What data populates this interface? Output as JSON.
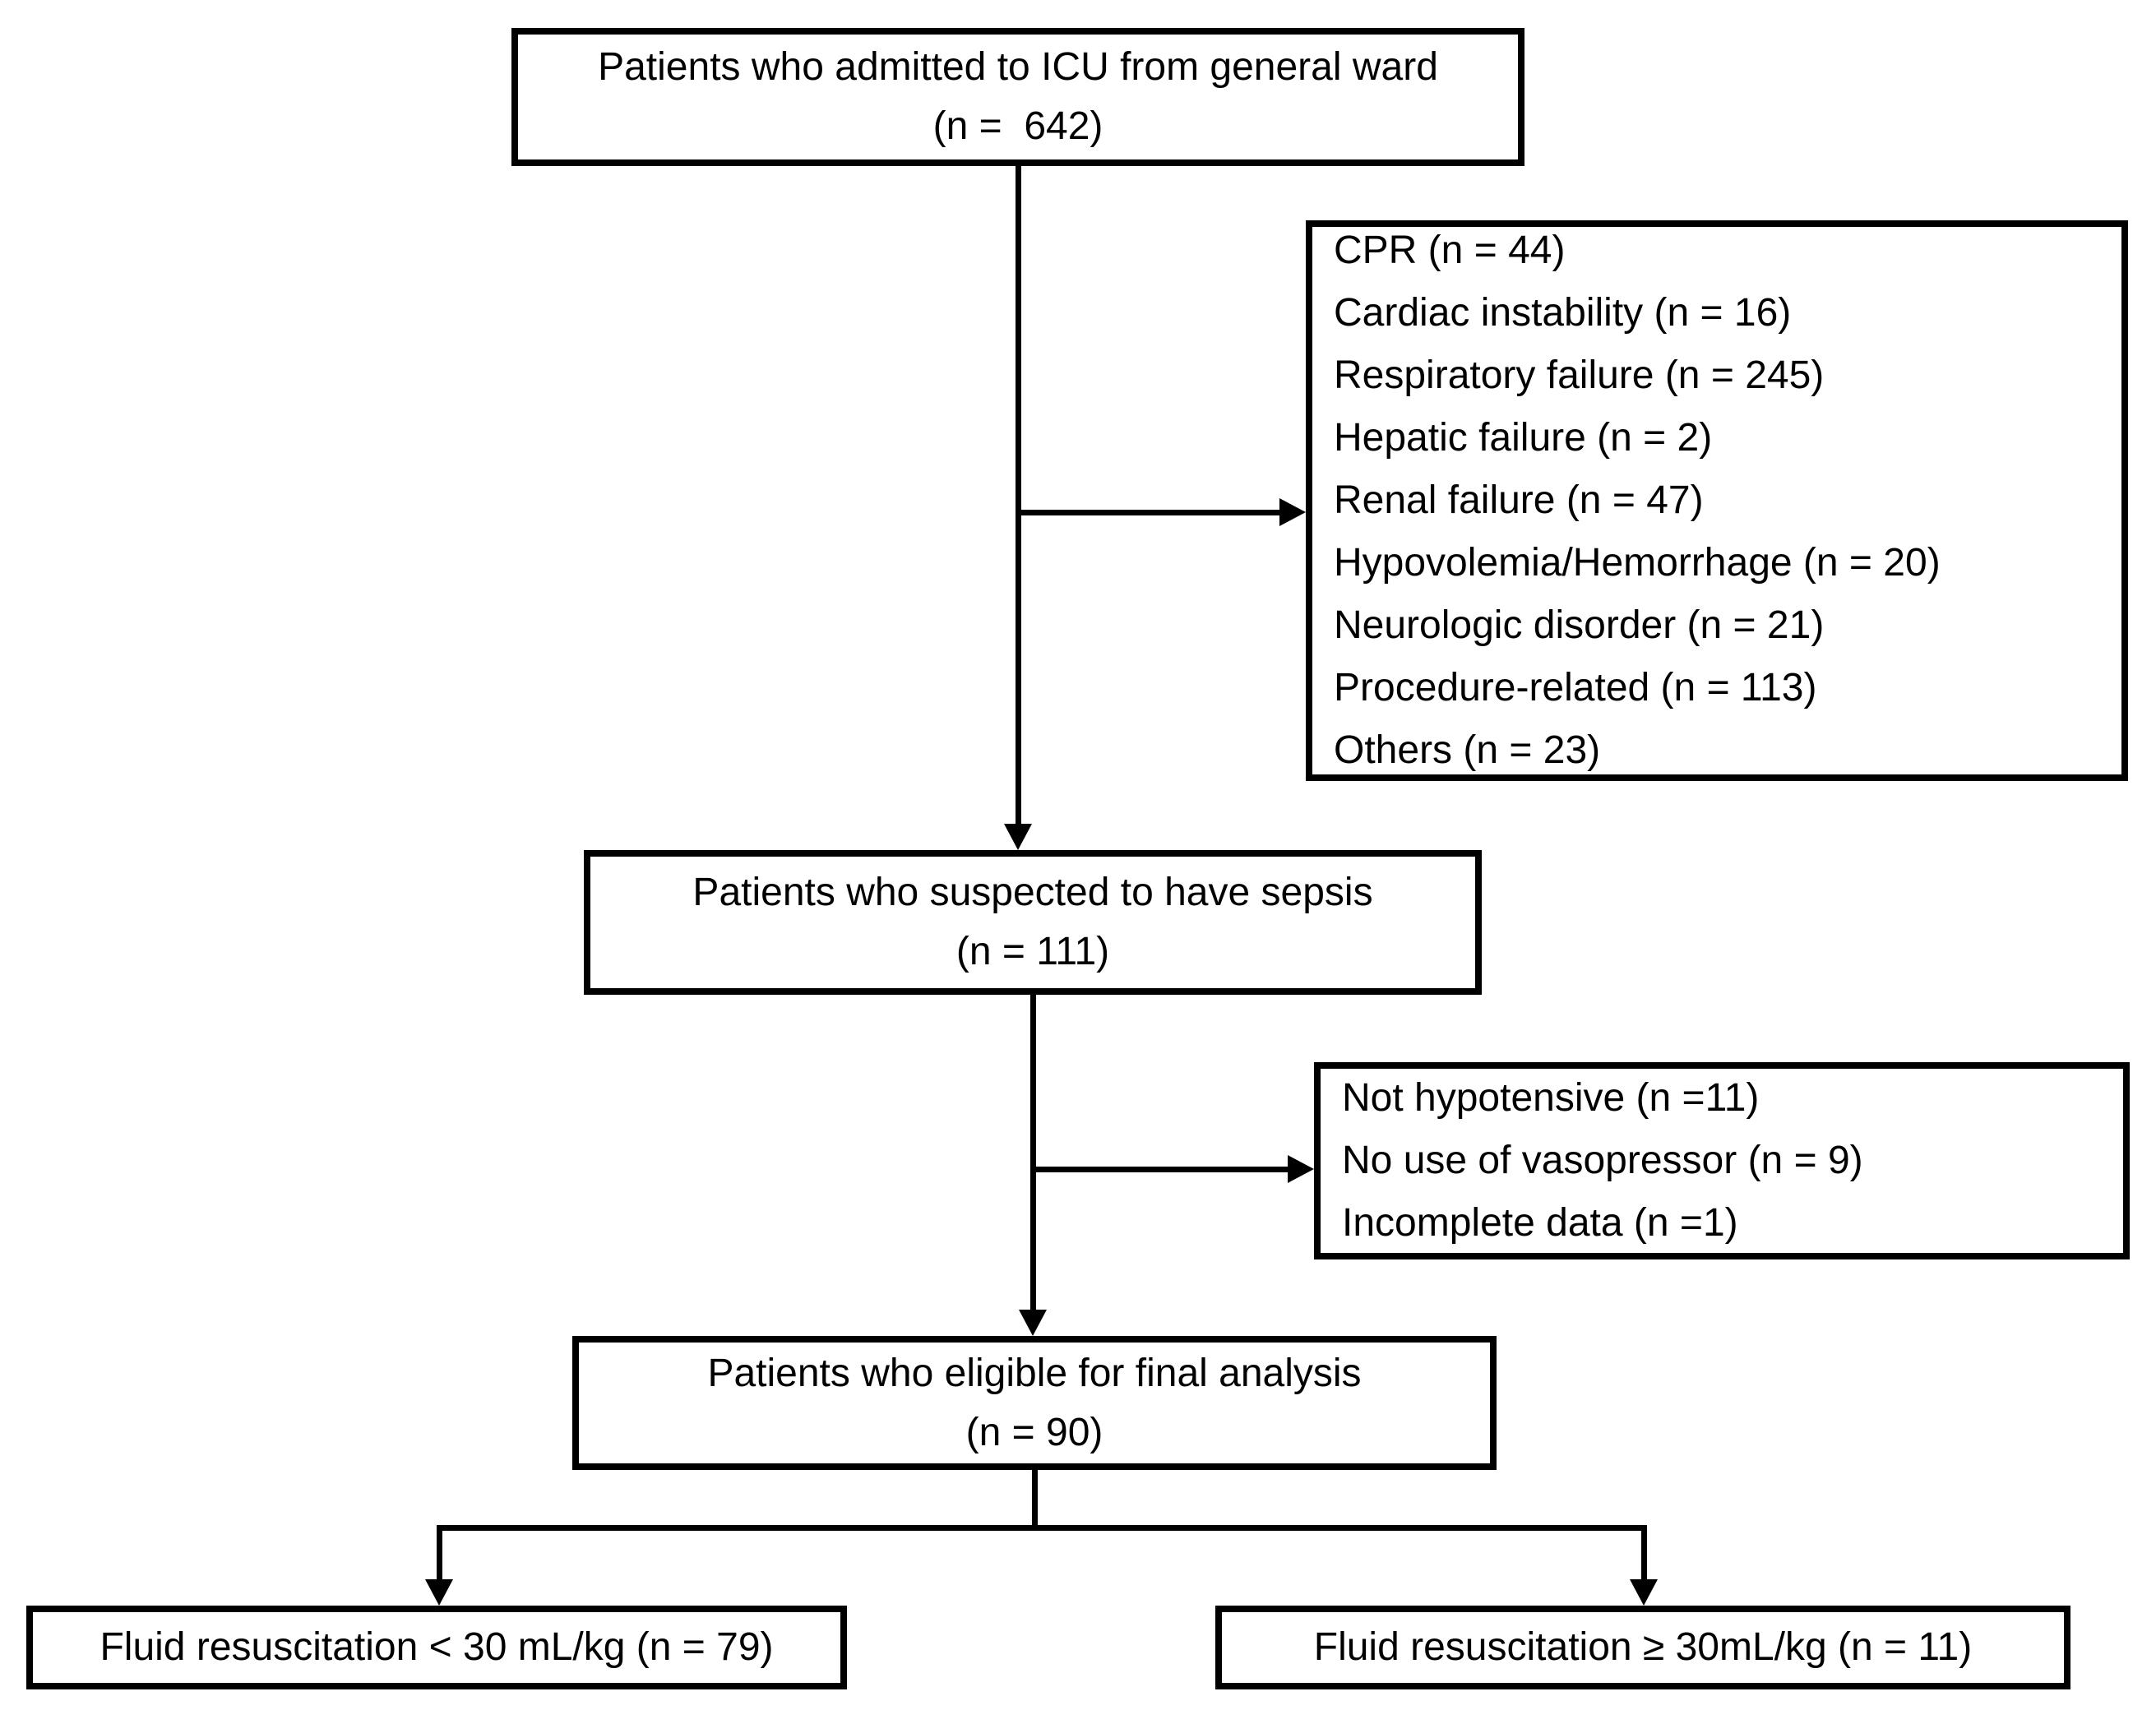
{
  "diagram": {
    "colors": {
      "line": "#000000",
      "box_background": "#ffffff",
      "text": "#000000"
    },
    "nodes": {
      "admitted": {
        "line1": "Patients who admitted to ICU from general ward",
        "line2": "(n =  642)"
      },
      "sepsis": {
        "line1": "Patients who suspected to have sepsis",
        "line2": "(n = 111)"
      },
      "eligible": {
        "line1": "Patients who eligible for final analysis",
        "line2": "(n = 90)"
      },
      "fluid_low": {
        "label": "Fluid resuscitation < 30 mL/kg (n = 79)"
      },
      "fluid_high": {
        "label": "Fluid resuscitation ≥ 30mL/kg (n = 11)"
      }
    },
    "exclusion1": {
      "items": [
        "CPR (n = 44)",
        "Cardiac instability (n = 16)",
        "Respiratory failure (n = 245)",
        "Hepatic failure (n = 2)",
        "Renal failure (n = 47)",
        "Hypovolemia/Hemorrhage (n = 20)",
        "Neurologic disorder (n = 21)",
        "Procedure-related (n = 113)",
        "Others (n = 23)"
      ]
    },
    "exclusion2": {
      "items": [
        "Not hypotensive (n =11)",
        "No use of vasopressor (n = 9)",
        "Incomplete data (n =1)"
      ]
    }
  }
}
